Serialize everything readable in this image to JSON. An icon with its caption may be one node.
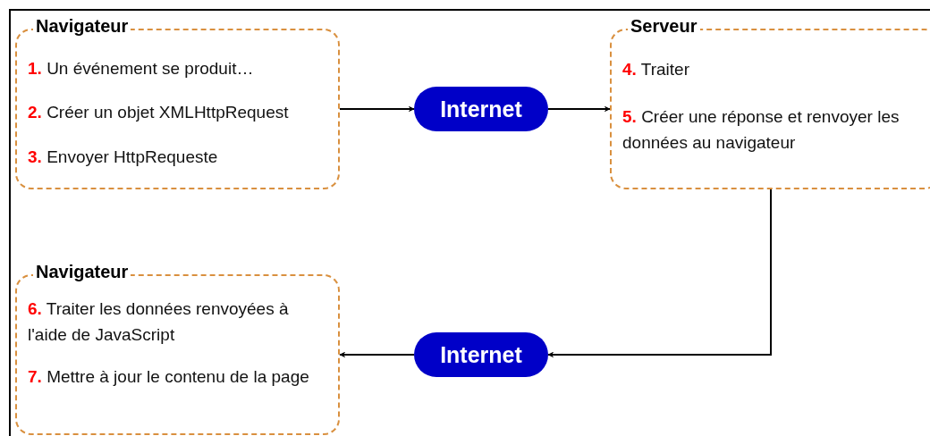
{
  "diagram": {
    "nodes": [
      {
        "text": [
          "Navigateur",
          "**1.** Un événement se produit…",
          "**2.** Créer un objet XMLHttpRequest",
          "**3.** Envoyer HttpRequeste"
        ]
      },
      {
        "text": [
          "Internet"
        ]
      },
      {
        "text": [
          "Serveur",
          "**4.** Traiter",
          "**5.** Créer une réponse et renvoyer les données au navigateur"
        ]
      },
      {
        "text": [
          "Internet"
        ]
      },
      {
        "text": [
          "Navigateur",
          "**6.** Traiter les données renvoyées à l'aide de JavaScript",
          "**7.** Mettre à jour le contenu de la page"
        ]
      }
    ],
    "edges": [
      {
        "from": 0,
        "to": 1,
        "arrow": "to"
      },
      {
        "from": 1,
        "to": 2,
        "arrow": "to"
      },
      {
        "from": 2,
        "to": 3,
        "arrow": "to"
      },
      {
        "from": 3,
        "to": 4,
        "arrow": "to"
      }
    ]
  }
}
